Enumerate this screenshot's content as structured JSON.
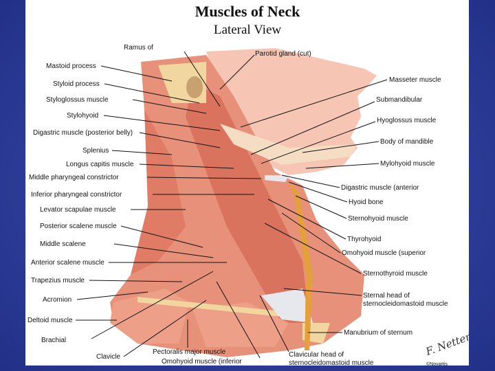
{
  "title": "Muscles of Neck",
  "subtitle": "Lateral View",
  "left_labels": [
    "Ramus of",
    "Mastoid process",
    "Styloid process",
    "Styloglossus muscle",
    "Stylohyoid",
    "Digastric muscle (posterior belly)",
    "Splenius",
    "Longus capitis muscle",
    "Middle pharyngeal constrictor",
    "Inferior pharyngeal constrictor",
    "Levator scapulae muscle",
    "Posterior scalene muscle",
    "Middle scalene",
    "Anterior scalene muscle",
    "Trapezius muscle",
    "Acromion",
    "Deltoid muscle",
    "Brachial",
    "Clavicle",
    "Pectoralis major muscle",
    "Omohyoid muscle (inferior"
  ],
  "right_labels": [
    "Parotid gland (cut)",
    "Masseter muscle",
    "Submandibular",
    "Hyoglossus muscle",
    "Body of mandible",
    "Mylohyoid muscle",
    "Digastric muscle (anterior",
    "Hyoid bone",
    "Sternohyoid muscle",
    "Thyrohyoid",
    "Omohyoid muscle (superior",
    "Sternothyroid muscle",
    "Sternal head of",
    "sternocleidomastoid muscle",
    "Manubrium of sternum",
    "Clavicular head of",
    "sternocleidomastoid muscle"
  ],
  "signature": "F. Netter",
  "copyright": "©Novartis",
  "colors": {
    "background": "#2c3c98",
    "muscle": "#e8917a",
    "tendon": "#e6e8ee",
    "bone": "#f1d6a0"
  }
}
